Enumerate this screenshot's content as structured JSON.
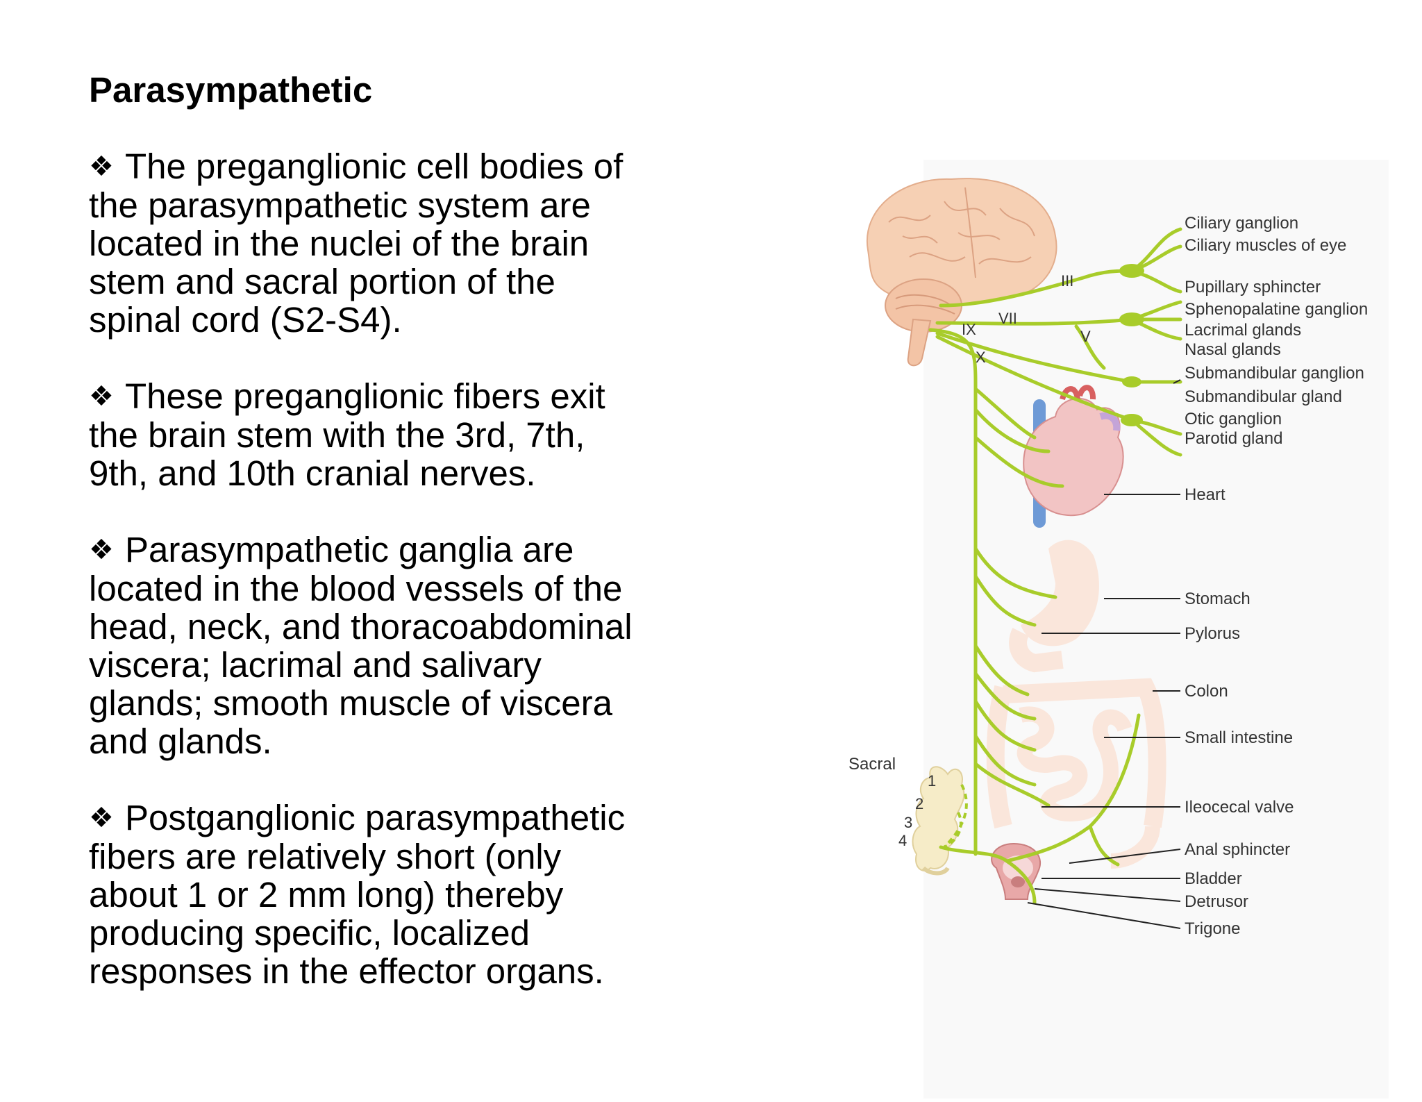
{
  "title": "Parasympathetic",
  "bullet_glyph": "❖",
  "bullets": [
    {
      "lines": [
        "The preganglionic cell bodies of",
        "the parasympathetic system are",
        "located in the nuclei of the brain",
        "stem and sacral portion of the",
        "spinal cord (S2-S4)."
      ]
    },
    {
      "lines": [
        "These preganglionic fibers exit",
        "the brain stem with the 3rd, 7th,",
        "9th, and 10th cranial nerves."
      ]
    },
    {
      "lines": [
        "Parasympathetic ganglia are",
        "located in the blood vessels of the",
        "head, neck, and thoracoabdominal",
        "viscera; lacrimal and salivary",
        "glands; smooth muscle of viscera",
        "and glands."
      ]
    },
    {
      "lines": [
        "Postganglionic parasympathetic",
        "fibers are relatively short (only",
        "about 1 or 2 mm long) thereby",
        "producing specific, localized",
        "responses in the effector organs."
      ]
    }
  ],
  "diagram": {
    "nerve_labels": {
      "iii": "III",
      "vii": "VII",
      "ix": "IX",
      "x": "X",
      "v": "V"
    },
    "sacral_label": "Sacral",
    "sacral_numbers": [
      "1",
      "2",
      "3",
      "4"
    ],
    "organ_labels": {
      "ciliary_ganglion": "Ciliary ganglion",
      "ciliary_muscles": "Ciliary muscles of eye",
      "pupillary_sphincter": "Pupillary sphincter",
      "sphenopalatine_ganglion": "Sphenopalatine ganglion",
      "lacrimal_glands": "Lacrimal glands",
      "nasal_glands": "Nasal glands",
      "submandibular_ganglion": "Submandibular ganglion",
      "submandibular_gland": "Submandibular gland",
      "otic_ganglion": "Otic ganglion",
      "parotid_gland": "Parotid gland",
      "heart": "Heart",
      "stomach": "Stomach",
      "pylorus": "Pylorus",
      "colon": "Colon",
      "small_intestine": "Small intestine",
      "ileocecal_valve": "Ileocecal valve",
      "anal_sphincter": "Anal sphincter",
      "bladder": "Bladder",
      "detrusor": "Detrusor",
      "trigone": "Trigone"
    },
    "colors": {
      "nerve": "#a8cc2a",
      "brain": "#f6d0b4",
      "heart": "#f2c4c4",
      "vessel_blue": "#6e9ad6",
      "gut": "#fbe0d2",
      "bladder": "#e8a8a8",
      "sacrum": "#f6ecc8",
      "leader": "#222222"
    }
  }
}
